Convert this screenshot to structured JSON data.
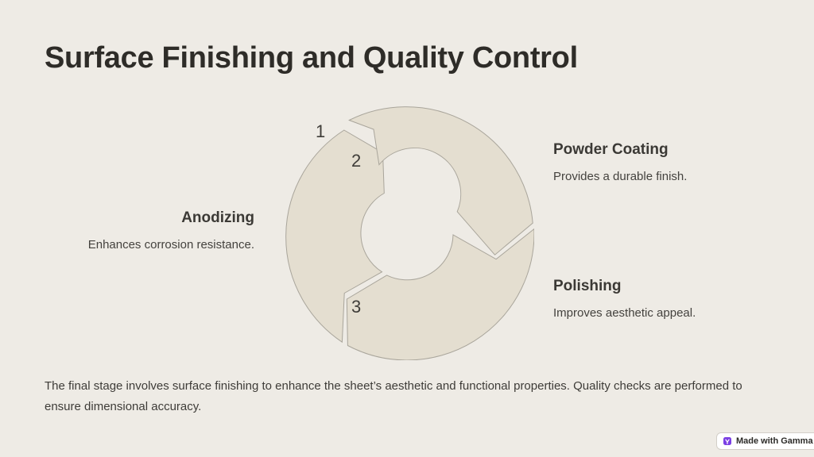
{
  "slide": {
    "title": "Surface Finishing and Quality Control",
    "description": "The final stage involves surface finishing to enhance the sheet’s aesthetic and functional properties. Quality checks are performed to ensure dimensional accuracy."
  },
  "steps": [
    {
      "number": "1",
      "heading": "Anodizing",
      "text": "Enhances corrosion resistance."
    },
    {
      "number": "2",
      "heading": "Powder Coating",
      "text": "Provides a durable finish."
    },
    {
      "number": "3",
      "heading": "Polishing",
      "text": "Improves aesthetic appeal."
    }
  ],
  "colors": {
    "background": "#eeebe5",
    "segment_fill": "#e4ded0",
    "segment_stroke": "#a9a59b",
    "text": "#33312d"
  },
  "badge": {
    "label": "Made with Gamma",
    "icon": "gamma-logo-icon"
  }
}
